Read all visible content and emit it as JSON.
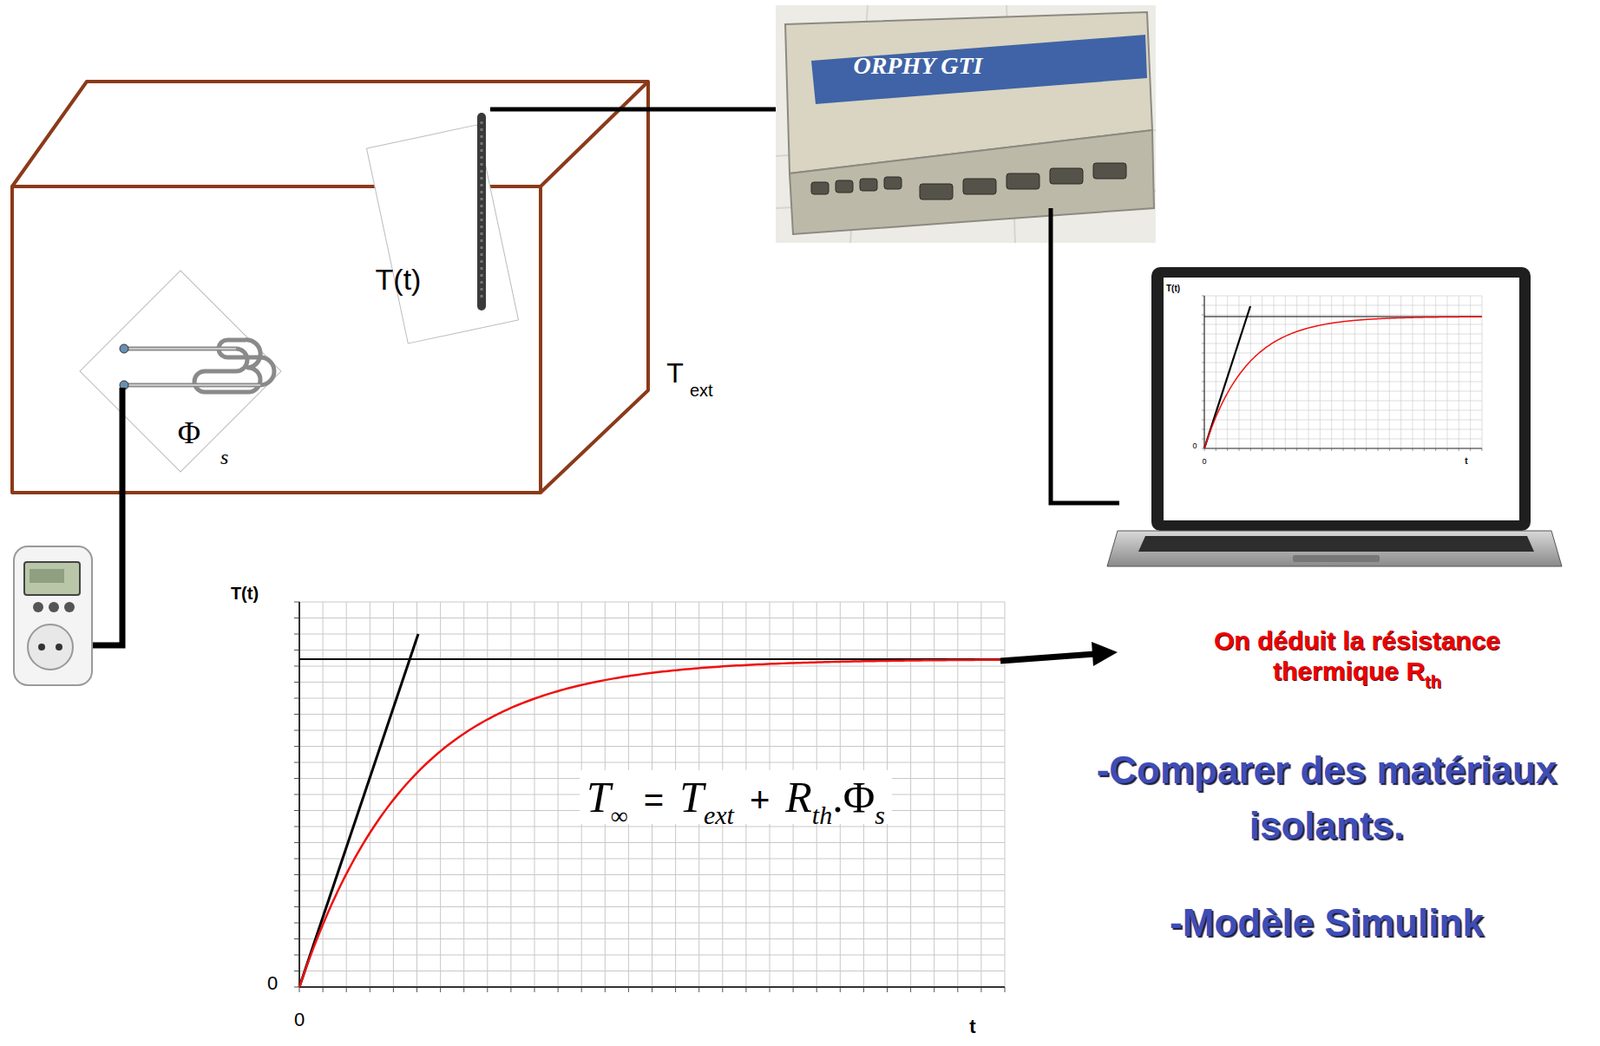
{
  "diagram": {
    "labels": [
      "ORPHY GTI",
      "T(t)",
      "T",
      "ext",
      "T(t)",
      "0",
      "0",
      "t",
      "Φ",
      "s",
      "T(t)",
      "On déduit la résistance thermique R",
      "th",
      "T",
      "∞",
      "=",
      "T",
      "ext",
      "+",
      "R",
      "th",
      ".Φ",
      "s",
      "-Comparer des matériaux isolants.",
      "-Modèle Simulink",
      "0",
      "0",
      "t"
    ]
  }
}
